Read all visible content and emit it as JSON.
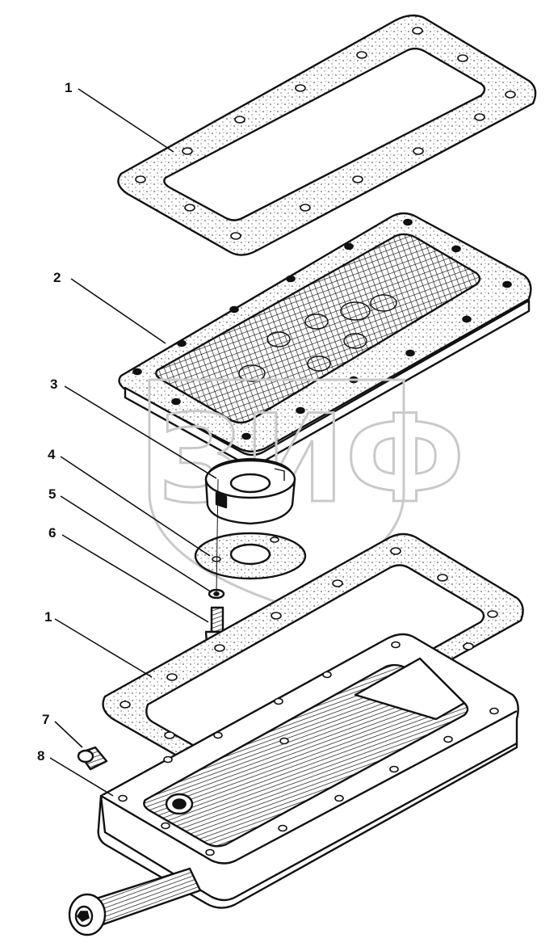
{
  "callouts": [
    {
      "id": "c1a",
      "label": "1"
    },
    {
      "id": "c2",
      "label": "2"
    },
    {
      "id": "c3",
      "label": "3"
    },
    {
      "id": "c4",
      "label": "4"
    },
    {
      "id": "c5",
      "label": "5"
    },
    {
      "id": "c6",
      "label": "6"
    },
    {
      "id": "c1b",
      "label": "1"
    },
    {
      "id": "c7",
      "label": "7"
    },
    {
      "id": "c8",
      "label": "8"
    }
  ],
  "watermark": {
    "text": "ЗИФ"
  },
  "colors": {
    "ink": "#111111",
    "paper": "#ffffff",
    "watermark": "#c9c9c9"
  }
}
